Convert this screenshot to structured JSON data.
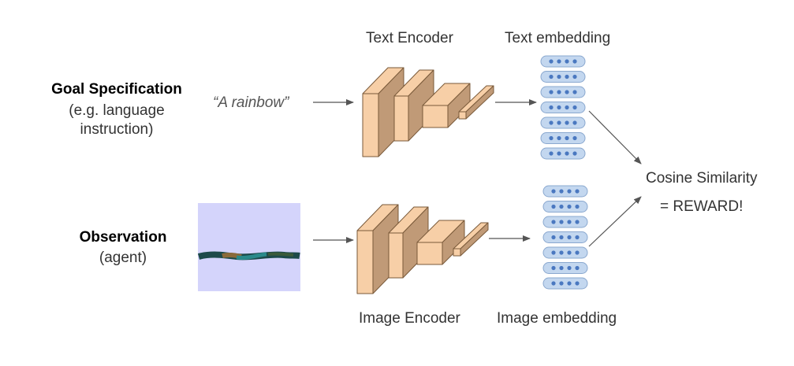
{
  "goal": {
    "title": "Goal Specification",
    "line1": "(e.g. language",
    "line2": "instruction)",
    "example": "“A rainbow”"
  },
  "observation": {
    "title": "Observation",
    "subtitle": "(agent)"
  },
  "encoders": {
    "text": "Text Encoder",
    "image": "Image Encoder"
  },
  "embeddings": {
    "text": "Text embedding",
    "image": "Image embedding"
  },
  "output": {
    "line1": "Cosine Similarity",
    "line2": "= REWARD!"
  },
  "colors": {
    "block_front": "#f7cfa7",
    "block_side": "#c09a77",
    "block_stroke": "#7a5a3a",
    "embed_fill": "#c3d7ef",
    "embed_stroke": "#8aa8cf",
    "embed_dot": "#4a78c0",
    "obs_bg": "#d4d4fb",
    "arrow": "#555555"
  }
}
